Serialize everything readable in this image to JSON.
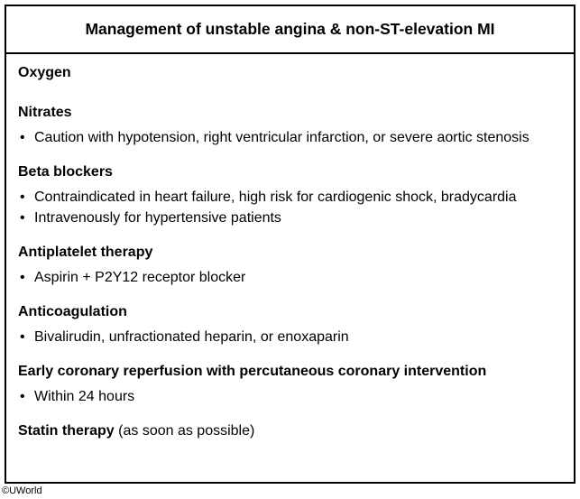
{
  "title": "Management of unstable angina & non-ST-elevation MI",
  "sections": [
    {
      "heading": "Oxygen",
      "note": "",
      "bullets": []
    },
    {
      "heading": "Nitrates",
      "note": "",
      "bullets": [
        "Caution with hypotension, right ventricular infarction, or severe aortic stenosis"
      ]
    },
    {
      "heading": "Beta blockers",
      "note": "",
      "bullets": [
        "Contraindicated in heart failure, high risk for cardiogenic shock, bradycardia",
        "Intravenously for hypertensive patients"
      ]
    },
    {
      "heading": "Antiplatelet therapy",
      "note": "",
      "bullets": [
        "Aspirin + P2Y12 receptor blocker"
      ]
    },
    {
      "heading": "Anticoagulation",
      "note": "",
      "bullets": [
        "Bivalirudin, unfractionated heparin, or enoxaparin"
      ]
    },
    {
      "heading": "Early coronary reperfusion with percutaneous coronary intervention",
      "note": "",
      "bullets": [
        "Within 24 hours"
      ]
    },
    {
      "heading": "Statin therapy",
      "note": "(as soon as possible)",
      "bullets": []
    }
  ],
  "bullet_glyph": "•",
  "copyright": "©UWorld"
}
